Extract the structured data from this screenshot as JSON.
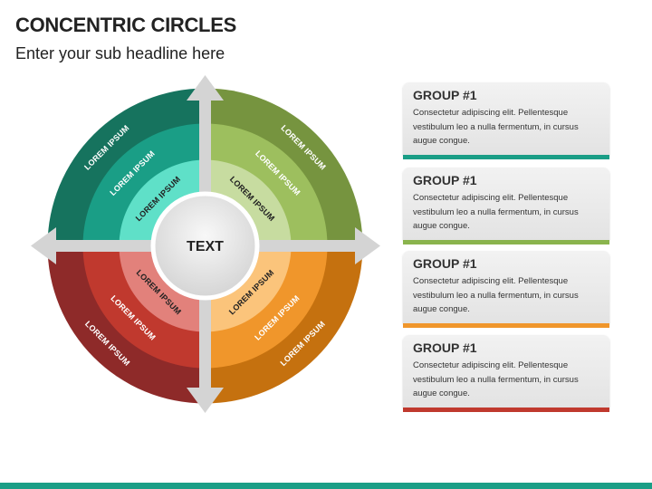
{
  "header": {
    "title": "CONCENTRIC CIRCLES",
    "subtitle": "Enter your sub headline here"
  },
  "diagram": {
    "center_text": "TEXT",
    "quadrants": [
      {
        "id": "top-left",
        "labels": {
          "outer": "LOREM IPSUM",
          "middle": "LOREM IPSUM",
          "inner": "LOREM IPSUM"
        },
        "colors": {
          "outer": "#16735e",
          "middle": "#1a9e86",
          "inner": "#5fe0c8"
        }
      },
      {
        "id": "top-right",
        "labels": {
          "outer": "LOREM IPSUM",
          "middle": "LOREM IPSUM",
          "inner": "LOREM IPSUM"
        },
        "colors": {
          "outer": "#76943f",
          "middle": "#9dbf5e",
          "inner": "#c7dca0"
        }
      },
      {
        "id": "bottom-right",
        "labels": {
          "outer": "LOREM IPSUM",
          "middle": "LOREM IPSUM",
          "inner": "LOREM IPSUM"
        },
        "colors": {
          "outer": "#c5710f",
          "middle": "#f0962b",
          "inner": "#fbc47b"
        }
      },
      {
        "id": "bottom-left",
        "labels": {
          "outer": "LOREM IPSUM",
          "middle": "LOREM IPSUM",
          "inner": "LOREM IPSUM"
        },
        "colors": {
          "outer": "#8e2a29",
          "middle": "#c0392e",
          "inner": "#e2817b"
        }
      }
    ],
    "arrow_color": "#d4d4d4"
  },
  "groups": [
    {
      "title": "GROUP #1",
      "text": "Consectetur adipiscing elit. Pellentesque vestibulum leo a nulla fermentum, in cursus augue congue.",
      "accent": "#1a9e86"
    },
    {
      "title": "GROUP #1",
      "text": "Consectetur adipiscing elit. Pellentesque vestibulum leo a nulla fermentum, in cursus augue congue.",
      "accent": "#8ab44d"
    },
    {
      "title": "GROUP #1",
      "text": "Consectetur adipiscing elit. Pellentesque vestibulum leo a nulla fermentum, in cursus augue congue.",
      "accent": "#f0962b"
    },
    {
      "title": "GROUP #1",
      "text": "Consectetur adipiscing elit. Pellentesque vestibulum leo a nulla fermentum, in cursus augue congue.",
      "accent": "#c0392e"
    }
  ],
  "footer": {
    "band_color": "#1a9e86"
  }
}
